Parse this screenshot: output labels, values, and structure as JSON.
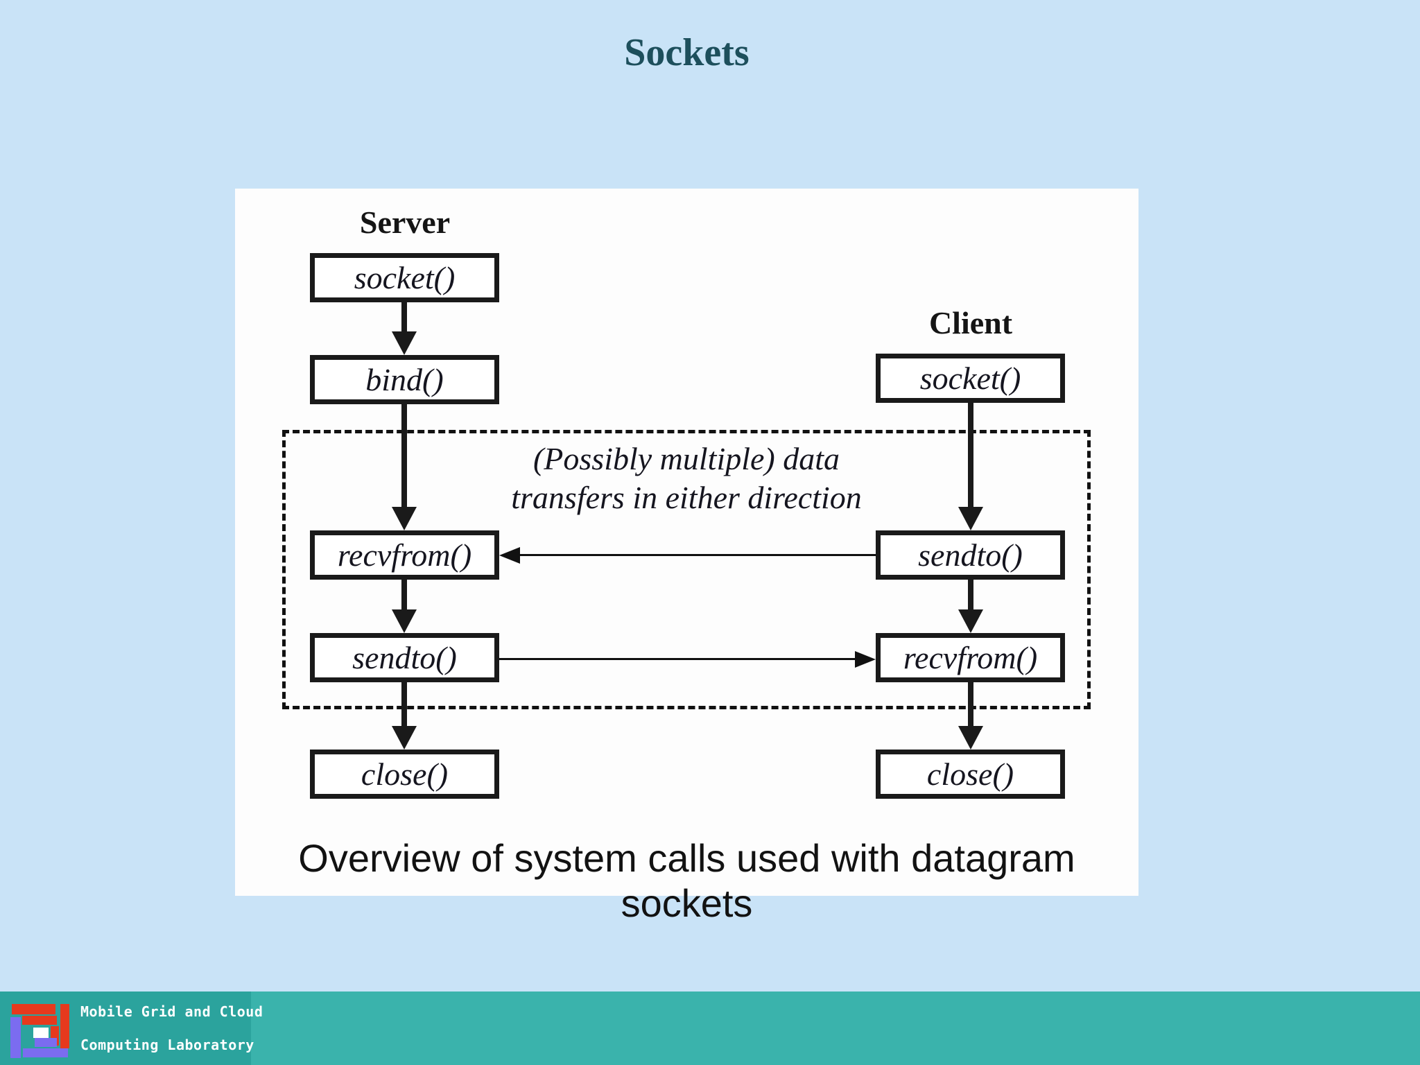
{
  "slide": {
    "title": "Sockets"
  },
  "diagram": {
    "server": {
      "label": "Server",
      "calls": {
        "socket": "socket()",
        "bind": "bind()",
        "recvfrom": "recvfrom()",
        "sendto": "sendto()",
        "close": "close()"
      }
    },
    "client": {
      "label": "Client",
      "calls": {
        "socket": "socket()",
        "sendto": "sendto()",
        "recvfrom": "recvfrom()",
        "close": "close()"
      }
    },
    "note": {
      "line1": "(Possibly multiple) data",
      "line2": "transfers in either direction"
    },
    "caption": "Overview of system calls used with datagram sockets"
  },
  "footer": {
    "lab_name_line1": "Mobile Grid and Cloud",
    "lab_name_line2": "Computing Laboratory"
  },
  "colors": {
    "background": "#c9e3f7",
    "title": "#1d4f5c",
    "panel": "#fdfdfd",
    "ink": "#1a1a1a",
    "footer_bar": "#3ab3ac",
    "footer_block": "#2ba39d",
    "logo_red": "#e6391d",
    "logo_purple": "#7b6cf0"
  }
}
